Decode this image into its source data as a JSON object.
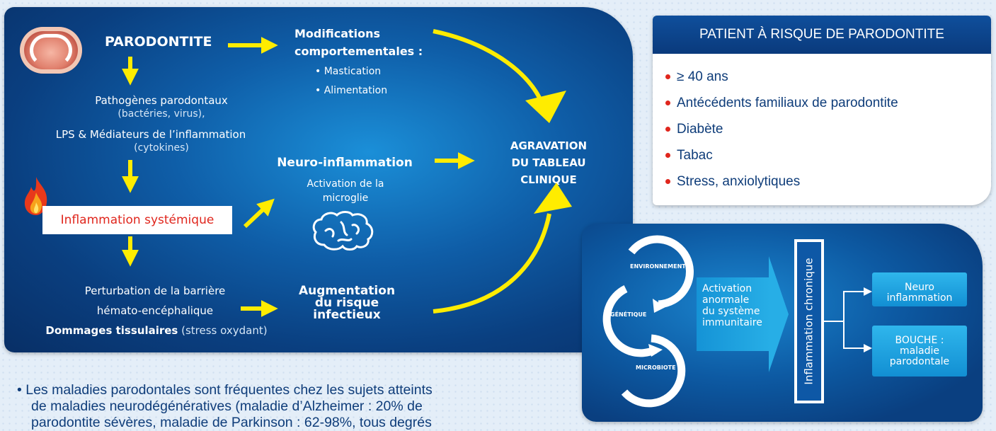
{
  "left": {
    "parodontite": "PARODONTITE",
    "pathogens_1": "Pathogènes parodontaux",
    "pathogens_2": "(bactéries, virus),",
    "lps": "LPS & Médiateurs de l’inflammation",
    "cytokines": "(cytokines)",
    "inflammation": "Inflammation systémique",
    "barrier_1": "Perturbation de la barrière",
    "barrier_2": "hémato-encéphalique",
    "damage_bold": "Dommages tissulaires",
    "damage_rest": " (stress oxydant)"
  },
  "middle": {
    "modif_1": "Modifications",
    "modif_2": "comportementales :",
    "mastication": "• Mastication",
    "alimentation": "• Alimentation",
    "neuro": "Neuro-inflammation",
    "activation_1": "Activation de la",
    "activation_2": "microglie",
    "augm_1": "Augmentation",
    "augm_2": "du risque infectieux"
  },
  "outcome": {
    "line1": "AGRAVATION",
    "line2": "DU TABLEAU",
    "line3": "CLINIQUE"
  },
  "risk": {
    "title": "PATIENT À RISQUE DE PARODONTITE",
    "items": [
      "≥ 40 ans",
      "Antécédents familiaux de parodontite",
      "Diabète",
      "Tabac",
      "Stress, anxiolytiques"
    ],
    "bullet_color": "#e0261d"
  },
  "chronic": {
    "env": "ENVIRONNEMENT",
    "gen": "GÉNÉTIQUE",
    "micro": "MICROBIOTE",
    "act_1": "Activation",
    "act_2": "anormale",
    "act_3": "du système",
    "act_4": "immunitaire",
    "bar": "Inflammation chronique",
    "out1_1": "Neuro",
    "out1_2": "inflammation",
    "out2_1": "BOUCHE :",
    "out2_2": "maladie",
    "out2_3": "parodontale"
  },
  "footer": {
    "line1": "• Les maladies parodontales sont fréquentes chez les sujets atteints",
    "line2": "de maladies neurodégénératives (maladie d’Alzheimer : 20% de",
    "line3": "parodontite sévères, maladie de Parkinson : 62-98%, tous degrés"
  },
  "colors": {
    "arrow": "#ffec00",
    "panel": "#0f5ea8",
    "accent_red": "#e0261d",
    "text_dark": "#0f3d7a"
  }
}
